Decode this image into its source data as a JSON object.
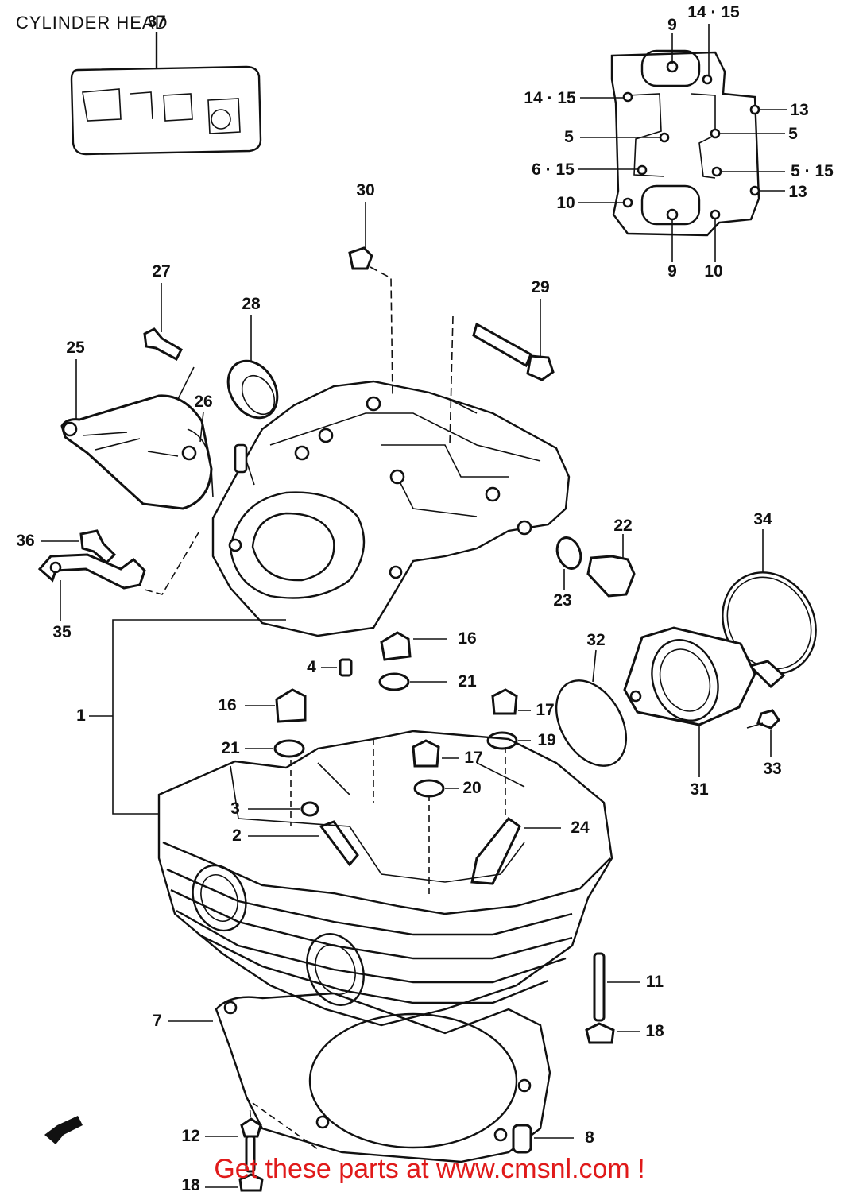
{
  "title": "CYLINDER HEAD",
  "footer": "Get these parts at www.cmsnl.com !",
  "callouts": {
    "c1": "1",
    "c2": "2",
    "c3": "3",
    "c4": "4",
    "c5a": "5",
    "c5b": "5",
    "c5_15": "5 · 15",
    "c6_15": "6 · 15",
    "c7": "7",
    "c8": "8",
    "c9a": "9",
    "c9b": "9",
    "c10a": "10",
    "c10b": "10",
    "c11": "11",
    "c12": "12",
    "c13a": "13",
    "c13b": "13",
    "c14_15a": "14 · 15",
    "c14_15b": "14 · 15",
    "c16a": "16",
    "c16b": "16",
    "c17a": "17",
    "c17b": "17",
    "c18a": "18",
    "c18b": "18",
    "c19": "19",
    "c20": "20",
    "c21a": "21",
    "c21b": "21",
    "c22": "22",
    "c23": "23",
    "c24": "24",
    "c25": "25",
    "c26": "26",
    "c27": "27",
    "c28": "28",
    "c29": "29",
    "c30": "30",
    "c31": "31",
    "c32": "32",
    "c33": "33",
    "c34": "34",
    "c35": "35",
    "c36": "36",
    "c37": "37"
  }
}
